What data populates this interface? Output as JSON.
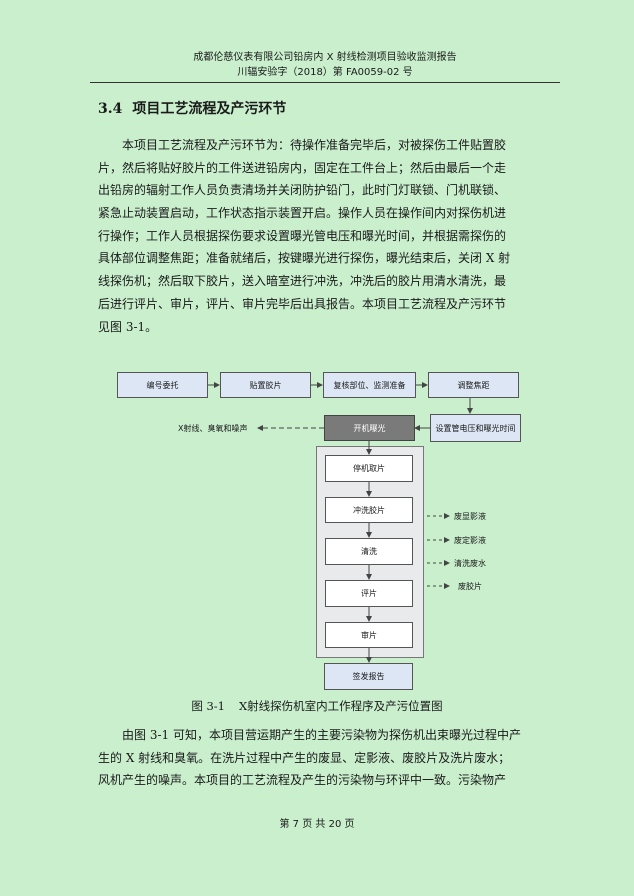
{
  "header": {
    "line1": "成都伦慈仪表有限公司铅房内 X 射线检测项目验收监测报告",
    "line2": "川辐安验字（2018）第 FA0059-02 号"
  },
  "section": {
    "number": "3.4",
    "title": "项目工艺流程及产污环节"
  },
  "paragraph1": [
    "本项目工艺流程及产污环节为：待操作准备完毕后，对被探伤工件贴置胶",
    "片，然后将贴好胶片的工件送进铅房内，固定在工件台上；然后由最后一个走",
    "出铅房的辐射工作人员负责清场并关闭防护铅门，此时门灯联锁、门机联锁、",
    "紧急止动装置启动，工作状态指示装置开启。操作人员在操作间内对探伤机进",
    "行操作；工作人员根据探伤要求设置曝光管电压和曝光时间，并根据需探伤的",
    "具体部位调整焦距；准备就绪后，按键曝光进行探伤，曝光结束后，关闭 X 射",
    "线探伤机；然后取下胶片，送入暗室进行冲洗，冲洗后的胶片用清水清洗，最",
    "后进行评片、审片，评片、审片完毕后出具报告。本项目工艺流程及产污环节",
    "见图 3-1。"
  ],
  "flow": {
    "top_row": [
      "编号委托",
      "贴置胶片",
      "复核部位、监测准备",
      "调整焦距"
    ],
    "set_voltage": "设置管电压和曝光时间",
    "exposure": "开机曝光",
    "exposure_output": "X射线、臭氧和噪声",
    "inner_steps": [
      "停机取片",
      "冲洗胶片",
      "清洗",
      "评片",
      "审片"
    ],
    "outputs": [
      "废显影液",
      "废定影液",
      "清洗废水",
      "废胶片"
    ],
    "final": "签发报告"
  },
  "figure_caption": {
    "number": "图 3-1",
    "title": "X射线探伤机室内工作程序及产污位置图"
  },
  "paragraph2": [
    "由图 3-1 可知，本项目营运期产生的主要污染物为探伤机出束曝光过程中产",
    "生的 X 射线和臭氧。在洗片过程中产生的废显、定影液、废胶片及洗片废水；",
    "风机产生的噪声。本项目的工艺流程及产生的污染物与环评中一致。污染物产"
  ],
  "footer": "第 7 页 共 20 页"
}
